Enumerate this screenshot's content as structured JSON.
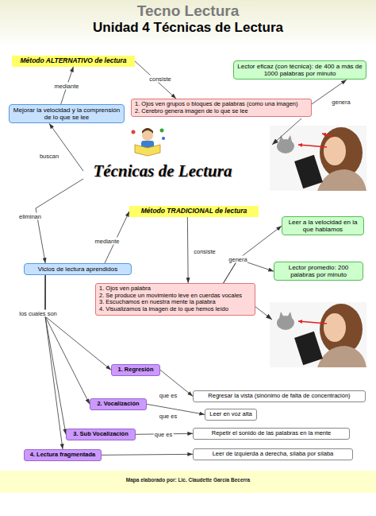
{
  "diagram": {
    "title": "Tecno Lectura",
    "caption": "Mapa elaborado por: Lic. Claudette García Becerra",
    "nodes": [
      {
        "text": [
          "Método ALTERNATIVO de lectura"
        ]
      },
      {
        "text": [
          "Lector eficaz (con técnica): de 400 a más de 1000 palabras por minuto"
        ]
      },
      {
        "text": [
          "Mejorar la velocidad y la comprensión de lo que se lee"
        ]
      },
      {
        "text": [
          "1. Ojos ven grupos o bloques de palabras (como una imagen)",
          "2. Cerebro genera imagen de lo que se lee"
        ]
      },
      {
        "text": [
          "Técnicas de Lectura"
        ]
      },
      {
        "text": [
          "Método TRADICIONAL de lectura"
        ]
      },
      {
        "text": [
          "Vicios de lectura aprendidos"
        ]
      },
      {
        "text": [
          "Leer a la velocidad en la que hablamos"
        ]
      },
      {
        "text": [
          "Lector promedio: 200 palabras por minuto"
        ]
      },
      {
        "text": [
          "1. Ojos ven palabra",
          "2. Se produce un movimiento leve en cuerdas vocales",
          "3. Escuchamos en nuestra mente la palabra",
          "4. Visualizamos la imagen de lo que hemos leído"
        ]
      },
      {
        "text": [
          "1. Regresión"
        ]
      },
      {
        "text": [
          "Regresar la vista (sinónimo de falta de concentración)"
        ]
      },
      {
        "text": [
          "2. Vocalización"
        ]
      },
      {
        "text": [
          "Leer en voz alta"
        ]
      },
      {
        "text": [
          "3. Sub Vocalización"
        ]
      },
      {
        "text": [
          "Repetir el sonido de las palabras en la mente"
        ]
      },
      {
        "text": [
          "4. Lectura fragmentada"
        ]
      },
      {
        "text": [
          "Leer de izquierda a derecha, sílaba por sílaba"
        ]
      }
    ],
    "edges": [
      {
        "from": 4,
        "to": 2,
        "label": "buscan",
        "arrow": "to"
      },
      {
        "from": 2,
        "to": 0,
        "label": "mediante",
        "arrow": "to"
      },
      {
        "from": 0,
        "to": 3,
        "label": "consiste",
        "arrow": "to"
      },
      {
        "from": 3,
        "to": 1,
        "label": "genera",
        "arrow": "to"
      },
      {
        "from": 4,
        "to": 6,
        "label": "eliminan",
        "arrow": "to"
      },
      {
        "from": 6,
        "to": 5,
        "label": "mediante",
        "arrow": "to"
      },
      {
        "from": 5,
        "to": 9,
        "label": "consiste",
        "arrow": "to"
      },
      {
        "from": 9,
        "to": 7,
        "label": "genera",
        "arrow": "to"
      },
      {
        "from": 9,
        "to": 8,
        "arrow": "to"
      },
      {
        "from": 6,
        "to": 10,
        "label": "los cuales son",
        "arrow": "to"
      },
      {
        "from": 6,
        "to": 12,
        "arrow": "to"
      },
      {
        "from": 6,
        "to": 14,
        "arrow": "to"
      },
      {
        "from": 6,
        "to": 16,
        "arrow": "to"
      },
      {
        "from": 10,
        "to": 11,
        "label": "que es",
        "arrow": "to"
      },
      {
        "from": 12,
        "to": 13,
        "label": "que es",
        "arrow": "to"
      },
      {
        "from": 14,
        "to": 15,
        "label": "que es",
        "arrow": "to"
      },
      {
        "from": 16,
        "to": 17,
        "arrow": "to"
      }
    ],
    "labels": [
      "Unidad 4 Técnicas de Lectura"
    ]
  }
}
